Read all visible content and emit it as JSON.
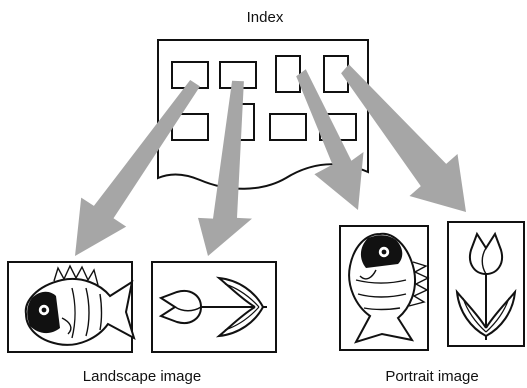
{
  "diagram": {
    "index_label": "Index",
    "landscape_label": "Landscape image",
    "portrait_label": "Portrait image",
    "index_thumbnails": [
      {
        "orientation": "landscape",
        "row": 1
      },
      {
        "orientation": "landscape",
        "row": 1
      },
      {
        "orientation": "portrait",
        "row": 1
      },
      {
        "orientation": "portrait",
        "row": 1
      },
      {
        "orientation": "landscape",
        "row": 2
      },
      {
        "orientation": "portrait",
        "row": 2
      },
      {
        "orientation": "landscape",
        "row": 2
      },
      {
        "orientation": "landscape",
        "row": 2
      }
    ],
    "output_images": [
      {
        "subject": "fish",
        "orientation": "landscape"
      },
      {
        "subject": "tulip",
        "orientation": "landscape"
      },
      {
        "subject": "fish",
        "orientation": "portrait"
      },
      {
        "subject": "tulip",
        "orientation": "portrait"
      }
    ],
    "arrow_color": "#a6a6a6",
    "line_color": "#111111"
  }
}
